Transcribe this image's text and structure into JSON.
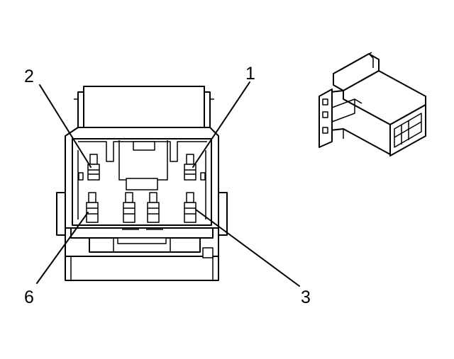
{
  "diagram": {
    "pin_labels": {
      "pin_2": "2",
      "pin_1": "1",
      "pin_6": "6",
      "pin_3": "3"
    }
  }
}
